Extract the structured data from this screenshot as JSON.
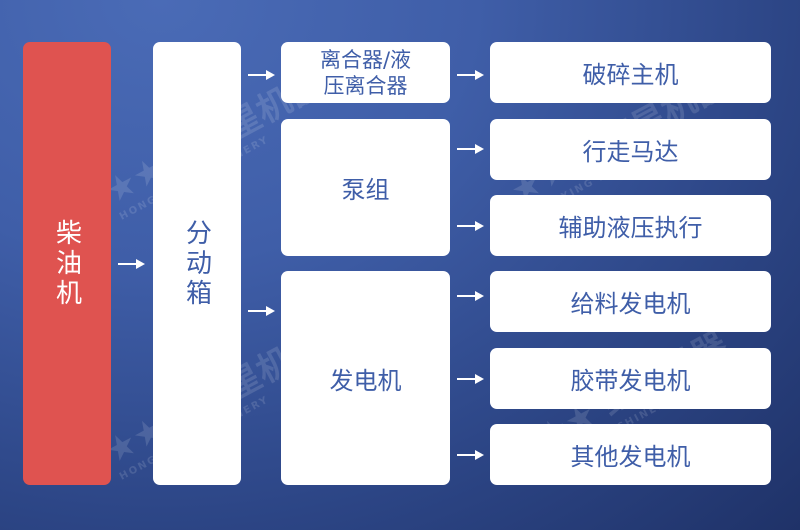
{
  "watermark": {
    "brand": "红星机器",
    "subtitle": "HONGXING MACHINERY"
  },
  "nodes": {
    "engine": "柴油机",
    "gearbox": "分动箱",
    "clutch_line1": "离合器/液",
    "clutch_line2": "压离合器",
    "pump": "泵组",
    "generator": "发电机",
    "crusher": "破碎主机",
    "travel_motor": "行走马达",
    "aux_hydraulic": "辅助液压执行",
    "feeder_gen": "给料发电机",
    "belt_gen": "胶带发电机",
    "other_gen": "其他发电机"
  },
  "colors": {
    "engine": "#df5350",
    "text": "#3f5ea8",
    "box": "#ffffff"
  }
}
